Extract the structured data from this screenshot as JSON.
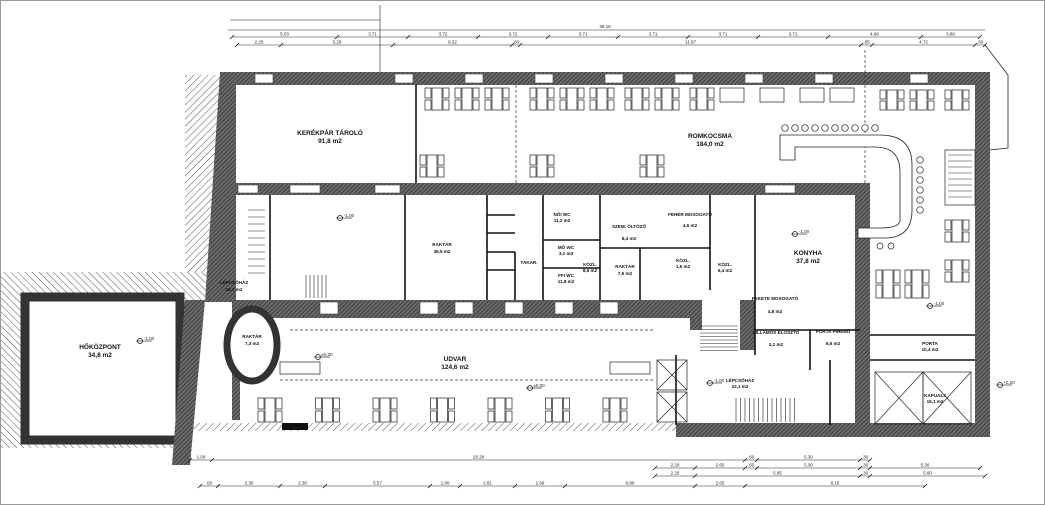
{
  "rooms": {
    "kerekpar": {
      "name": "KERÉKPÁR TÁROLÓ",
      "area": "91,8 m2"
    },
    "romkocsma": {
      "name": "ROMKOCSMA",
      "area": "184,0 m2"
    },
    "raktar_big": {
      "name": "RAKTÁR",
      "area": "39,5 m2"
    },
    "lepcsohaz_left": {
      "name": "LÉPCSŐHÁZ",
      "area": "13,7 m2"
    },
    "raktar_round": {
      "name": "RAKTÁR",
      "area": "7,3 m2"
    },
    "udvar": {
      "name": "UDVAR",
      "area": "124,6 m2"
    },
    "hokozpont": {
      "name": "HŐKÖZPONT",
      "area": "34,8 m2"
    },
    "noi_wc": {
      "name": "NŐI WC",
      "area": "11,2 m2"
    },
    "mo_wc": {
      "name": "MŐ WC",
      "area": "3,1 m2"
    },
    "ffi_wc": {
      "name": "FFI WC",
      "area": "11,8 m2"
    },
    "takar": {
      "name": "TAKAR."
    },
    "kozl1": {
      "name": "KÖZL.",
      "area": "8,6 m2"
    },
    "szem_oltozo": {
      "name": "SZEM. ÖLTÖZŐ",
      "area": "8,4 m2"
    },
    "feher_mosogato": {
      "name": "FEHÉR MOSOGATÓ",
      "area": "4,6 m2"
    },
    "raktar_small": {
      "name": "RAKTÁR",
      "area": "7,5 m2"
    },
    "kozl2": {
      "name": "KÖZL.",
      "area": "1,5 m2"
    },
    "kozl3": {
      "name": "KÖZL.",
      "area": "6,4 m2"
    },
    "konyha": {
      "name": "KONYHA",
      "area": "37,8 m2"
    },
    "fekete_mosogato": {
      "name": "FEKETE MOSOGATÓ",
      "area": "4,8 m2"
    },
    "villamos": {
      "name": "VILLAMOS ELOSZTÓ",
      "area": "3,1 m2"
    },
    "porta_piheno": {
      "name": "PORTA PIHENŐ",
      "area": "6,5 m2"
    },
    "porta": {
      "name": "PORTA",
      "area": "10,4 m2"
    },
    "lepcsohaz_right": {
      "name": "LÉPCSŐHÁZ",
      "area": "22,1 m2"
    },
    "kapualj": {
      "name": "KAPUALJ",
      "area": "15,1 m2"
    }
  },
  "levels": {
    "l1": "-1,00",
    "l2": "-1,00",
    "l3": "±0,00",
    "l4": "±0,00",
    "l5": "-1,00",
    "l6": "-1,00",
    "l7": "+0,20",
    "l8": "-1,00"
  },
  "dimensions": {
    "top_total": "39.18",
    "top_row2": [
      "5.03",
      "3.71",
      "3.72",
      "3.72",
      "3.71",
      "3.71",
      "3.71",
      "3.71",
      "4.96",
      "3.86"
    ],
    "top_row3": [
      "2.20",
      "5.29",
      "6.32",
      ".60",
      "11.87",
      ".85",
      "4.72",
      ".30"
    ],
    "bottom_row1": [
      "1.09",
      "28.28",
      ".60",
      "5.30",
      ".30"
    ],
    "bottom_row2": [
      "2.20",
      "2.65",
      ".60",
      "5.30",
      ".30",
      "5.30"
    ],
    "bottom_row3": [
      "2.20",
      "5.85",
      ".30",
      "5.60"
    ],
    "bottom_row4": [
      ".60",
      "3.30",
      "2.38",
      "5.57",
      "1.80",
      "2.81",
      "2.69",
      "6.80",
      "2.65",
      "8.15"
    ]
  }
}
